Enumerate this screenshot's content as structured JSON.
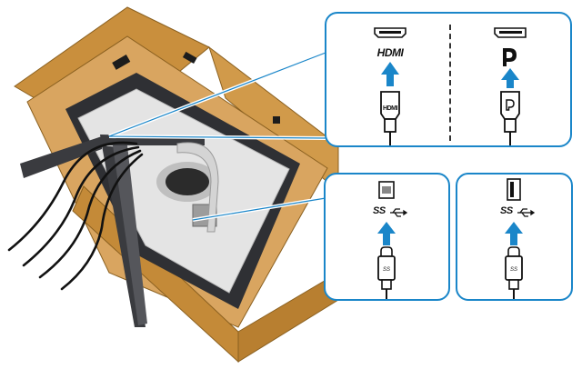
{
  "colors": {
    "callout_border": "#1a86c9",
    "arrow": "#1a86c9",
    "box_cardboard": "#c98f3d",
    "box_inner": "#d9a560",
    "monitor_back": "#e4e4e4",
    "stand_dark": "#3a3b3f"
  },
  "connectors": {
    "hdmi": {
      "port_icon": "hdmi-port-icon",
      "logo": "HDMI",
      "plug_icon": "hdmi-plug-icon",
      "plug_label": "HDMI"
    },
    "displayport": {
      "port_icon": "displayport-port-icon",
      "logo_icon": "displayport-logo-icon",
      "plug_icon": "displayport-plug-icon"
    },
    "usb_upstream": {
      "port_icon": "usb-type-b-port-icon",
      "logo": "SS",
      "plug_icon": "usb-plug-icon"
    },
    "usb_downstream": {
      "port_icon": "usb-type-a-port-icon",
      "logo": "SS",
      "plug_icon": "usb-plug-icon"
    }
  }
}
